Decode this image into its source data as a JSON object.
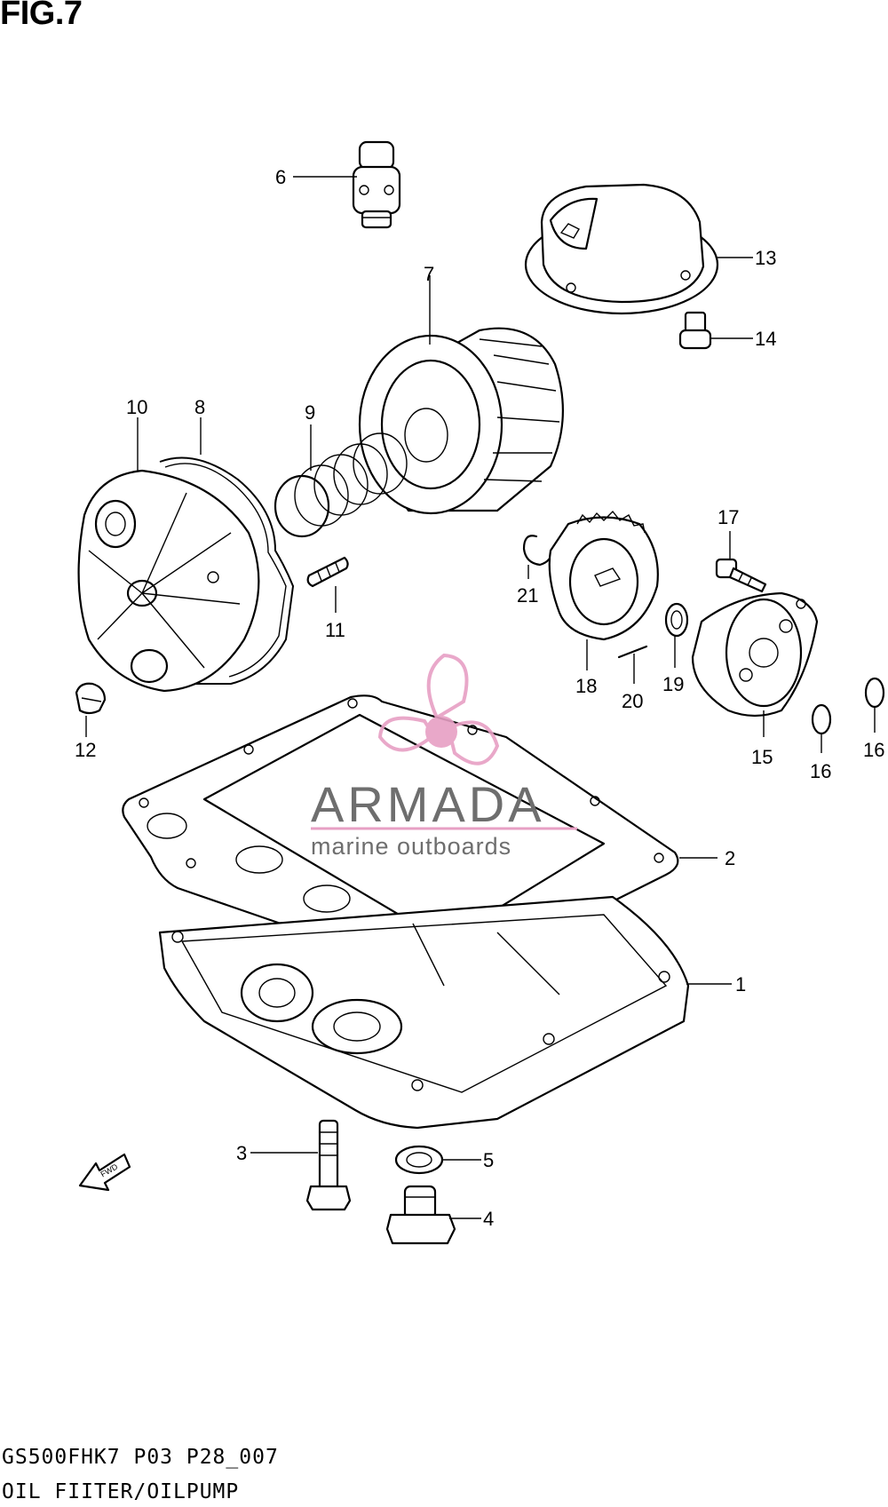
{
  "figure": {
    "title": "FIG.7"
  },
  "callouts": {
    "c1": "1",
    "c2": "2",
    "c3": "3",
    "c4": "4",
    "c5": "5",
    "c6": "6",
    "c7": "7",
    "c8": "8",
    "c9": "9",
    "c10": "10",
    "c11": "11",
    "c12": "12",
    "c13": "13",
    "c14": "14",
    "c15": "15",
    "c16a": "16",
    "c16b": "16",
    "c17": "17",
    "c18": "18",
    "c19": "19",
    "c20": "20",
    "c21": "21"
  },
  "direction_marker": {
    "label": "FWD",
    "icon": "arrow-fwd-icon"
  },
  "watermark": {
    "brand": "ARMADA",
    "tagline": "marine outboards",
    "color": "#e79fc4"
  },
  "footer": {
    "model_code": "GS500FHK7  P03 P28_007",
    "section_name": "OIL FIITER/OILPUMP"
  }
}
